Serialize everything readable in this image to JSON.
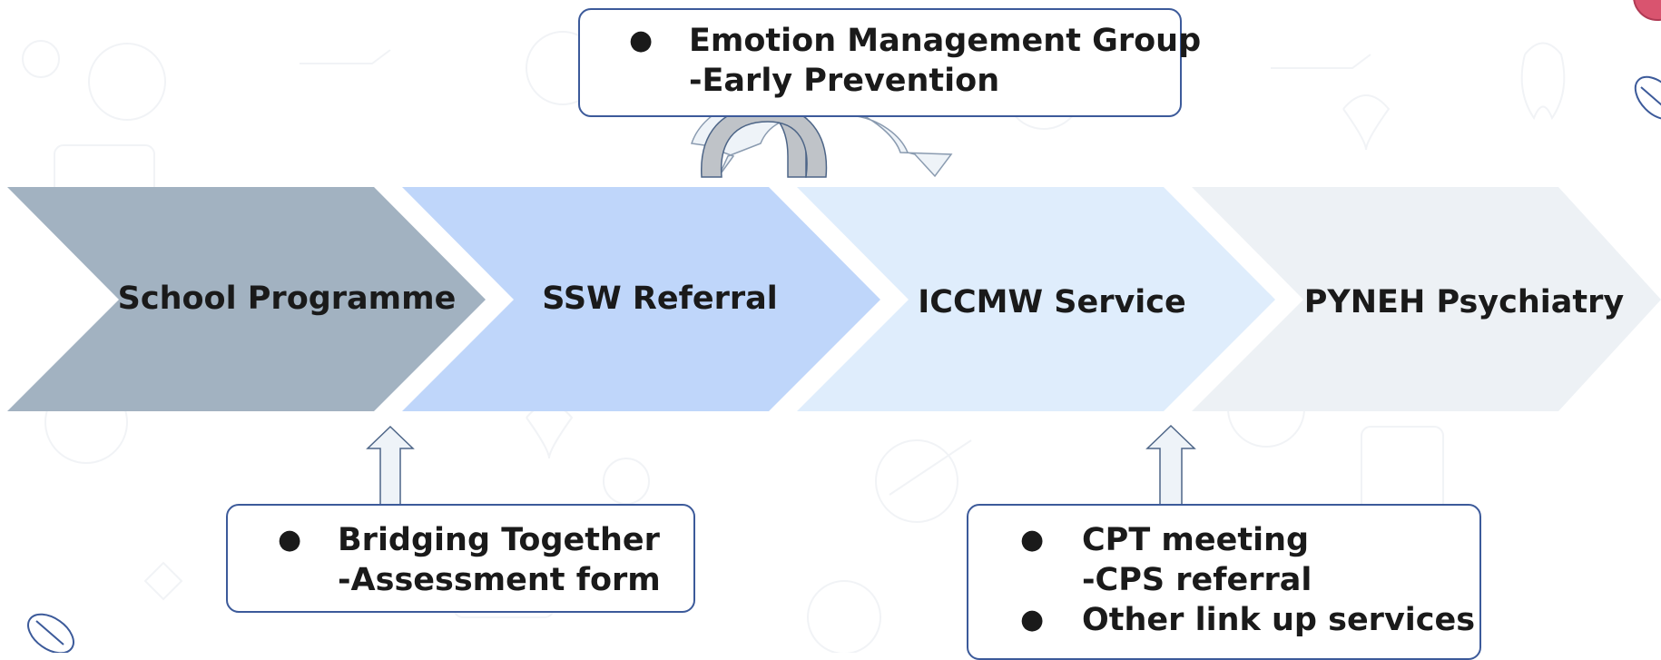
{
  "colors": {
    "background": "#ffffff",
    "pattern_stroke": "#f1f3f6",
    "chevron_1": "#a2b2c1",
    "chevron_2": "#bfd6fa",
    "chevron_3": "#dfedfc",
    "chevron_4": "#edf1f5",
    "callout_border": "#3c5a9a",
    "arrow_fill": "#eef3f8",
    "arrow_stroke": "#4d6587",
    "curve_fill": "#bfc3c8",
    "text": "#1a1a1a",
    "corner_accent": "#d9546f"
  },
  "steps": [
    {
      "label": "School Programme"
    },
    {
      "label": "SSW Referral"
    },
    {
      "label": "ICCMW Service"
    },
    {
      "label": "PYNEH Psychiatry"
    }
  ],
  "callouts": {
    "top": {
      "items": [
        {
          "line1": "Emotion Management Group",
          "line2": "-Early Prevention"
        }
      ]
    },
    "bottom_left": {
      "items": [
        {
          "line1": "Bridging Together",
          "line2": "-Assessment form"
        }
      ]
    },
    "bottom_right": {
      "items": [
        {
          "line1": "CPT meeting",
          "line2": "-CPS referral"
        },
        {
          "line1": "Other link up services",
          "line2": ""
        }
      ]
    }
  },
  "bullet_glyph": "●",
  "icons": [
    "curved-arrow-left-icon",
    "curved-arrow-right-icon",
    "up-arrow-icon",
    "up-arrow-icon",
    "pill-icon",
    "corner-circle-icon"
  ]
}
